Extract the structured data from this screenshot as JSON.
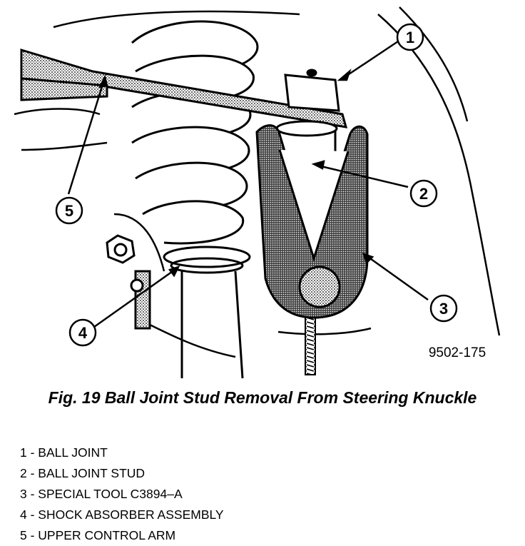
{
  "figure": {
    "code": "9502-175",
    "caption": "Fig. 19 Ball Joint Stud Removal From Steering Knuckle",
    "callouts": [
      "1",
      "2",
      "3",
      "4",
      "5"
    ],
    "legend": [
      "1 - BALL JOINT",
      "2 - BALL JOINT STUD",
      "3 - SPECIAL TOOL C3894–A",
      "4 - SHOCK ABSORBER ASSEMBLY",
      "5 - UPPER CONTROL ARM"
    ]
  }
}
